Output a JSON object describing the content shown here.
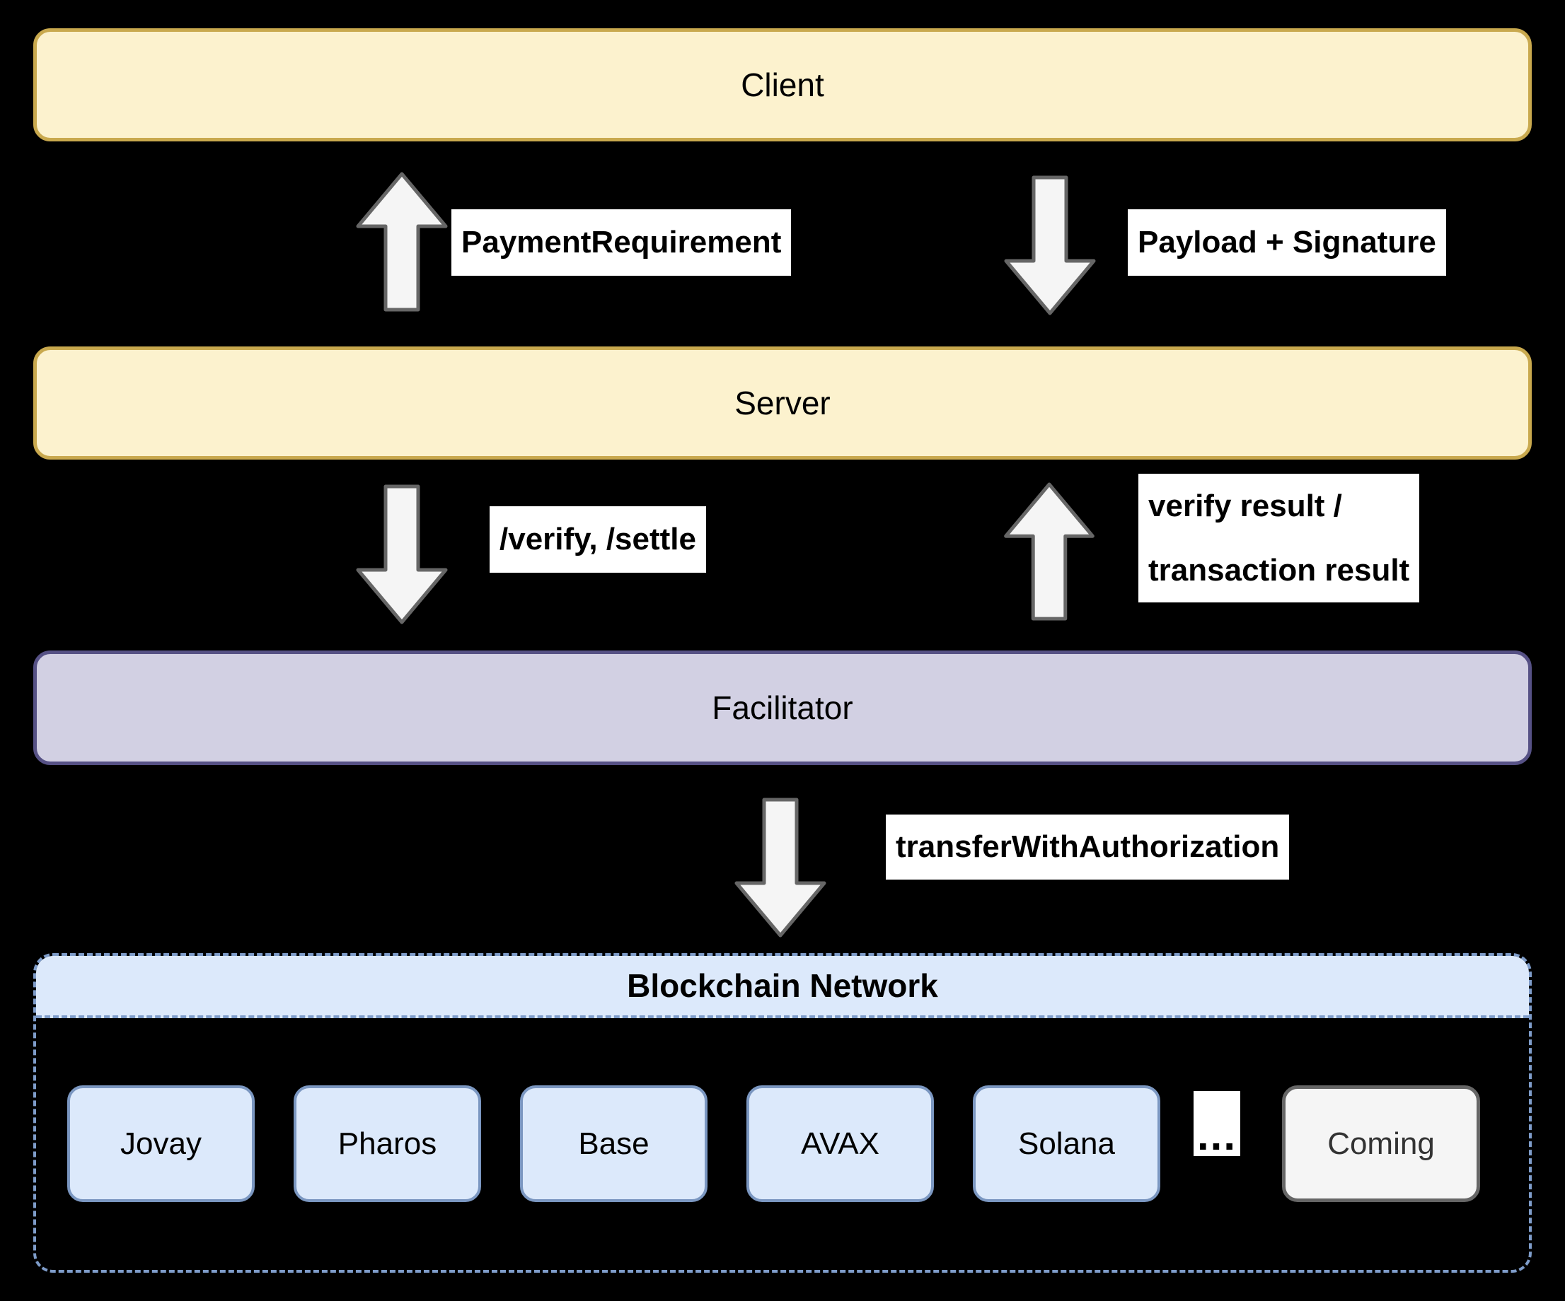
{
  "diagram": {
    "nodes": {
      "client": "Client",
      "server": "Server",
      "facilitator": "Facilitator"
    },
    "edge_labels": {
      "client_up": "PaymentRequirement",
      "client_down": "Payload + Signature",
      "facilitator_down": "/verify, /settle",
      "facilitator_up_line1": "verify result /",
      "facilitator_up_line2": "transaction result",
      "blockchain_down": "transferWithAuthorization"
    },
    "blockchain": {
      "header": "Blockchain Network",
      "chains": [
        "Jovay",
        "Pharos",
        "Base",
        "AVAX",
        "Solana"
      ],
      "ellipsis": "...",
      "coming": "Coming"
    },
    "colors": {
      "background": "#000000",
      "node_yellow_fill": "#FCF2CE",
      "node_yellow_border": "#C9A94E",
      "node_purple_fill": "#D2D0E3",
      "node_purple_border": "#565185",
      "blockchain_header_fill": "#DCE9FB",
      "blockchain_dashed_border": "#7E9CC9",
      "chain_fill": "#DCE9FB",
      "chain_border": "#7B97C1",
      "coming_fill": "#F5F5F5",
      "coming_border": "#666666",
      "arrow_fill": "#F5F5F5",
      "arrow_border": "#666666",
      "edge_label_bg": "#FFFFFF",
      "edge_label_text": "#000000"
    }
  }
}
